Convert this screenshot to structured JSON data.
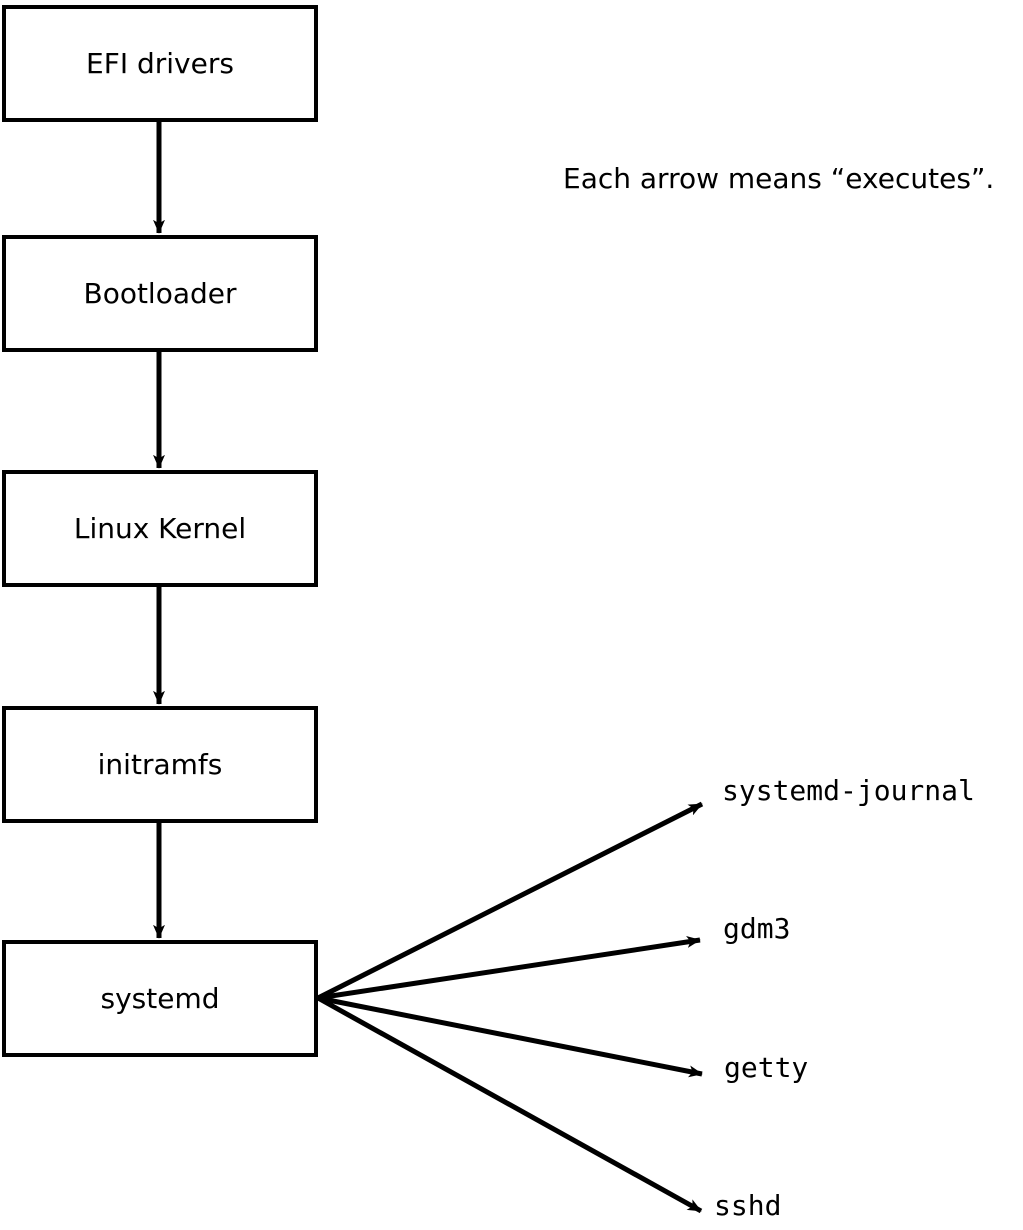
{
  "diagram": {
    "caption": "Each arrow means “executes”.",
    "stroke_color": "#000000",
    "background_color": "#ffffff",
    "boxes": [
      {
        "id": "efi-drivers",
        "label": "EFI drivers"
      },
      {
        "id": "bootloader",
        "label": "Bootloader"
      },
      {
        "id": "linux-kernel",
        "label": "Linux Kernel"
      },
      {
        "id": "initramfs",
        "label": "initramfs"
      },
      {
        "id": "systemd",
        "label": "systemd"
      }
    ],
    "leaves": [
      {
        "id": "systemd-journal",
        "label": "systemd-journal"
      },
      {
        "id": "gdm3",
        "label": "gdm3"
      },
      {
        "id": "getty",
        "label": "getty"
      },
      {
        "id": "sshd",
        "label": "sshd"
      }
    ],
    "edges": [
      {
        "id": "edge-efi-to-bootloader",
        "from": "EFI drivers",
        "to": "Bootloader",
        "meaning": "executes"
      },
      {
        "id": "edge-bootloader-to-kernel",
        "from": "Bootloader",
        "to": "Linux Kernel",
        "meaning": "executes"
      },
      {
        "id": "edge-kernel-to-initramfs",
        "from": "Linux Kernel",
        "to": "initramfs",
        "meaning": "executes"
      },
      {
        "id": "edge-initramfs-to-systemd",
        "from": "initramfs",
        "to": "systemd",
        "meaning": "executes"
      },
      {
        "id": "edge-systemd-to-journal",
        "from": "systemd",
        "to": "systemd-journal",
        "meaning": "executes"
      },
      {
        "id": "edge-systemd-to-gdm3",
        "from": "systemd",
        "to": "gdm3",
        "meaning": "executes"
      },
      {
        "id": "edge-systemd-to-getty",
        "from": "systemd",
        "to": "getty",
        "meaning": "executes"
      },
      {
        "id": "edge-systemd-to-sshd",
        "from": "systemd",
        "to": "sshd",
        "meaning": "executes"
      }
    ]
  }
}
